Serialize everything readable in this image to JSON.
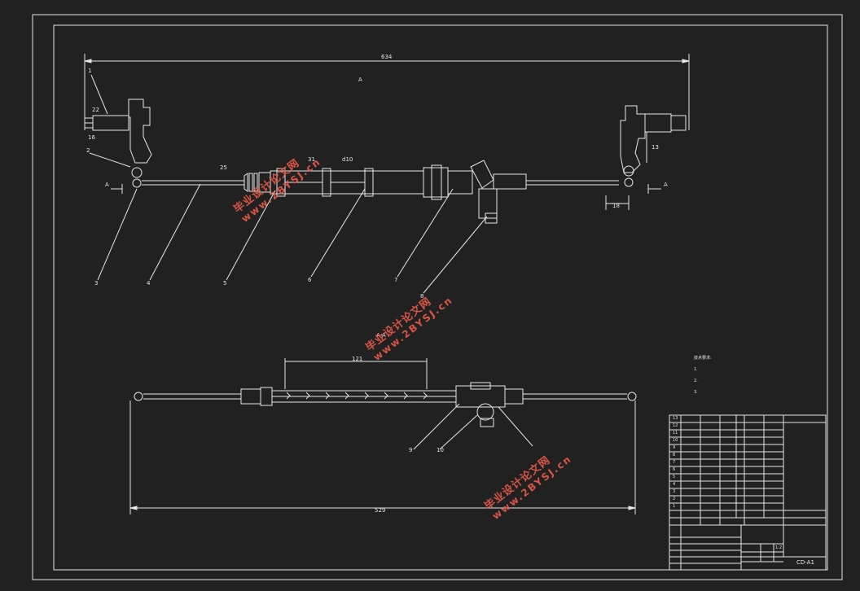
{
  "drawing": {
    "dimensions": {
      "top_overall": "634",
      "dim_25": "25",
      "dim_31": "31",
      "dim_d10": "d10",
      "dim_16": "16",
      "dim_18": "18",
      "dim_22": "22",
      "dim_13": "13",
      "stroke": "121",
      "bottom_overall": "529"
    },
    "section_mark": "A",
    "view_title": "A-A",
    "top_note": "A",
    "callouts": [
      "1",
      "2",
      "3",
      "4",
      "5",
      "6",
      "7",
      "8",
      "9",
      "10"
    ],
    "notes": {
      "heading": "技术要求:",
      "lines": [
        "1.",
        "2.",
        "3."
      ]
    }
  },
  "title_block": {
    "drawing_no": "CD-A1",
    "scale": "1:2",
    "rows": [
      "13",
      "12",
      "11",
      "10",
      "9",
      "8",
      "7",
      "6",
      "5",
      "4",
      "3",
      "2",
      "1"
    ]
  },
  "watermark": {
    "cn": "毕业设计论文网",
    "en": "www.2BYSJ.cn"
  },
  "colors": {
    "background": "#212121",
    "lines": "#e6e6e6",
    "watermark": "#e85a4a"
  }
}
